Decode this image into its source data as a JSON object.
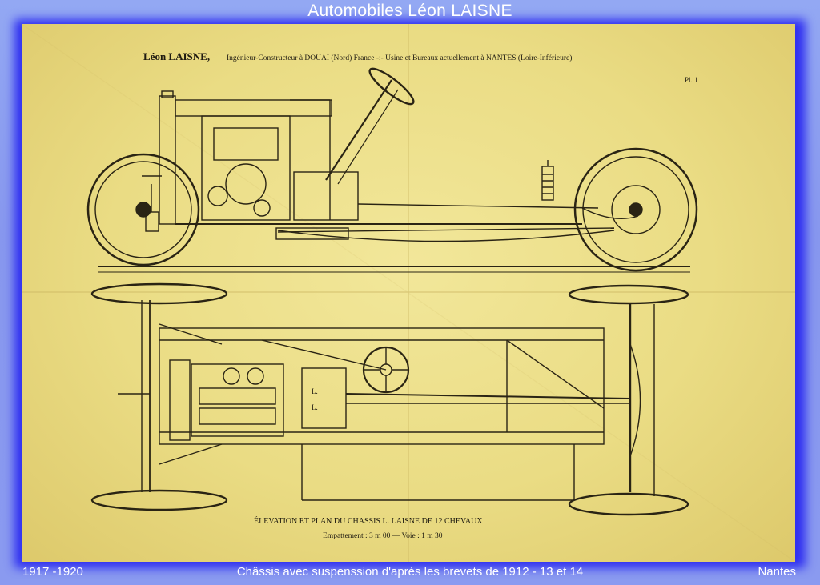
{
  "header": {
    "title": "Automobiles Léon LAISNE"
  },
  "sheet": {
    "maker_name": "Léon LAISNE,",
    "maker_line": "Ingénieur-Constructeur à DOUAI (Nord) France -:- Usine et Bureaux actuellement à NANTES (Loire-Inférieure)",
    "plate_number": "Pl. 1",
    "caption_title": "ÉLEVATION ET PLAN DU CHASSIS L. LAISNE DE 12 CHEVAUX",
    "caption_sub": "Empattement : 3 m 00 — Voie : 1 m 30",
    "stamp_top": "L.",
    "stamp_bottom": "L."
  },
  "footer": {
    "left": "1917 -1920",
    "center": "Châssis avec suspenssion d'aprés les brevets de 1912 - 13 et 14",
    "right": "Nantes"
  },
  "colors": {
    "paper": "#eadc84",
    "ink": "#1e1a10",
    "frame": "#8a9af0",
    "frame_glow": "#2f2ff0"
  }
}
